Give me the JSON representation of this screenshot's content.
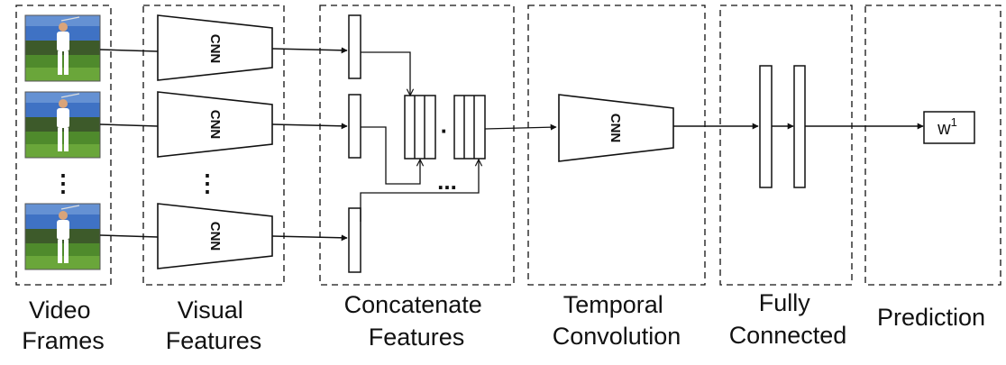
{
  "stages": [
    {
      "id": "video-frames",
      "lines": [
        "Video",
        "Frames"
      ]
    },
    {
      "id": "visual-features",
      "lines": [
        "Visual",
        "Features"
      ]
    },
    {
      "id": "concatenate-features",
      "lines": [
        "Concatenate",
        "Features"
      ]
    },
    {
      "id": "temporal-convolution",
      "lines": [
        "Temporal",
        "Convolution"
      ]
    },
    {
      "id": "fully-connected",
      "lines": [
        "Fully",
        "Connected"
      ]
    },
    {
      "id": "prediction",
      "lines": [
        "Prediction"
      ]
    }
  ],
  "cnn_label": "CNN",
  "ellipsis_vertical": "⋮",
  "ellipsis_horizontal": "...",
  "ellipsis_dot": "·",
  "prediction": {
    "base": "w",
    "superscript": "1"
  },
  "colors": {
    "stroke": "#111111",
    "sky": "#3f72c4",
    "sky_light": "#7ea6de",
    "trees": "#3d5a2a",
    "grass": "#4f8a2c",
    "grass_light": "#6aa63a",
    "golfer_shirt": "#ffffff",
    "skin": "#d9a47a"
  }
}
